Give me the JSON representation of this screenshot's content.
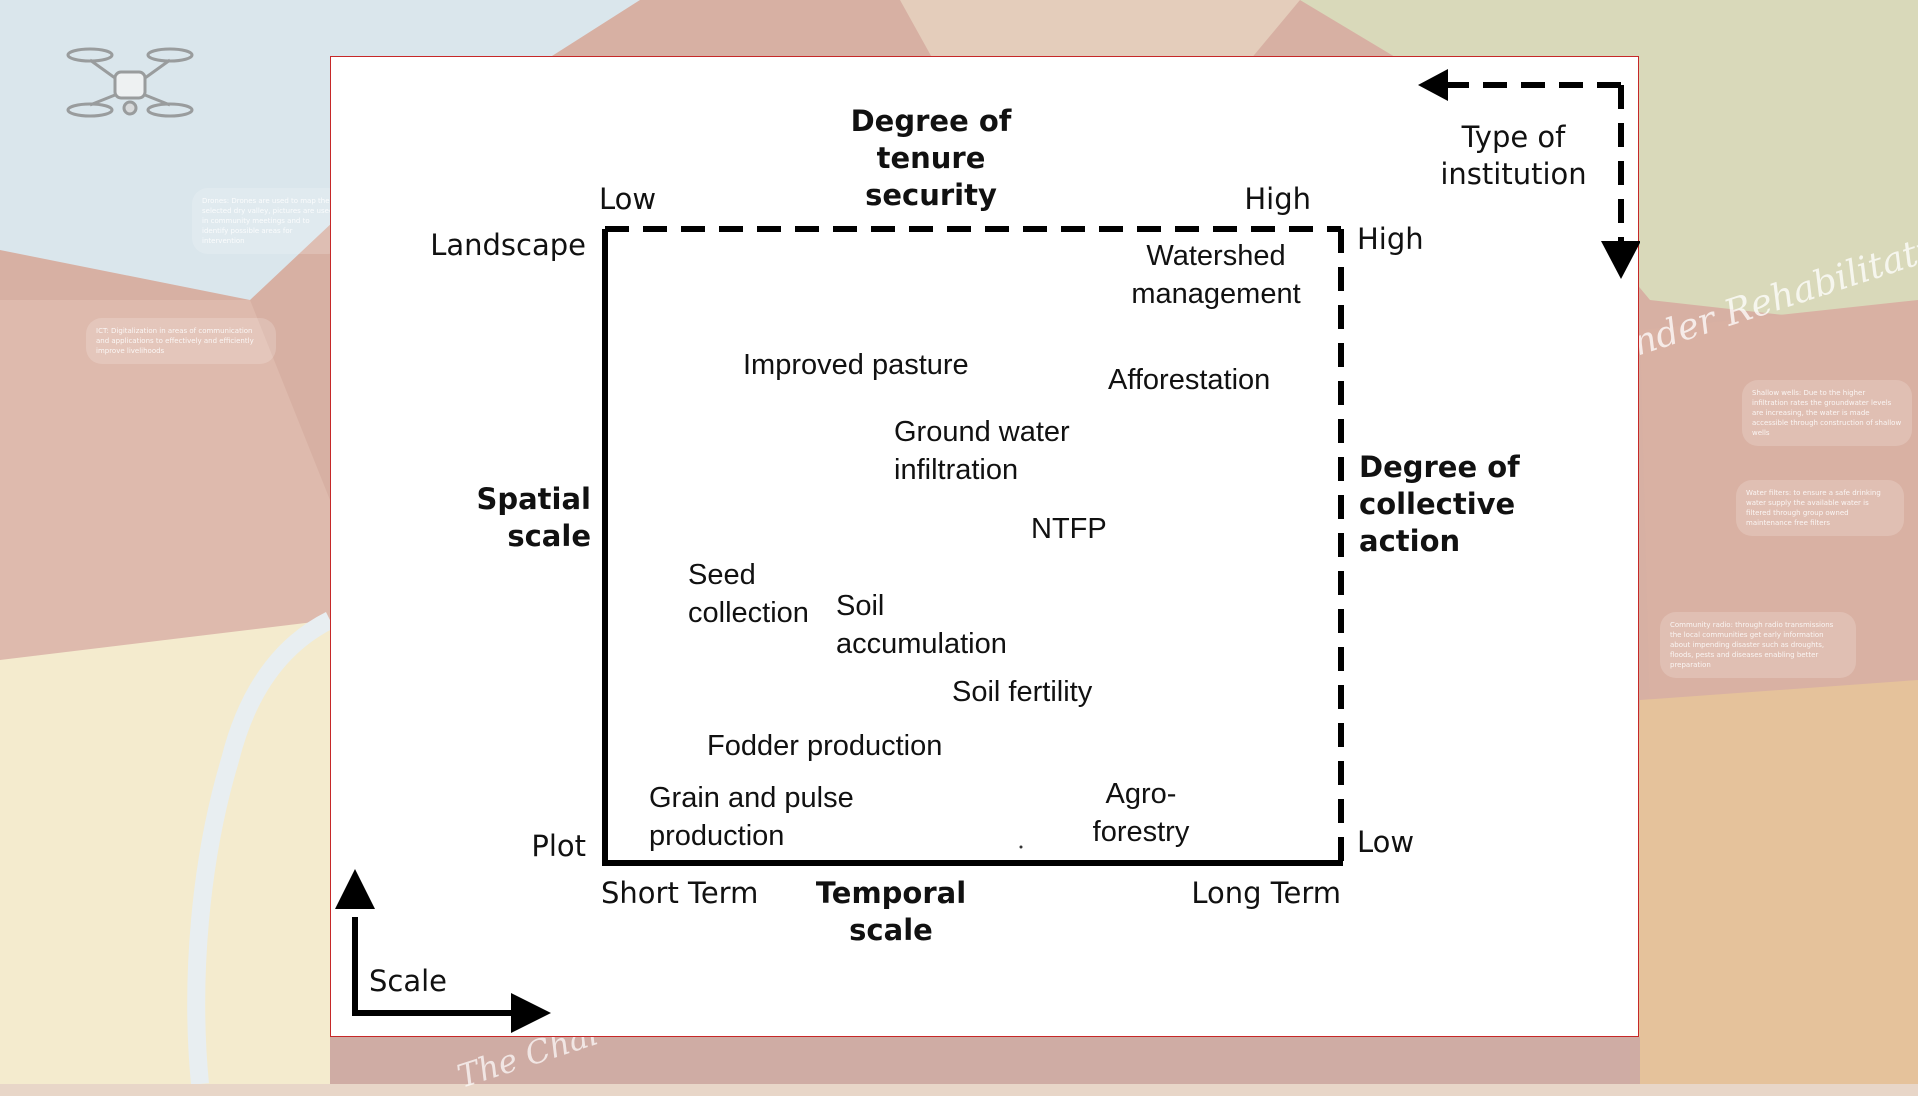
{
  "colors": {
    "panel_border": "#c62828",
    "background_sky": "#c9dbe4",
    "background_earth": "#c58b78",
    "background_sand": "#efe2b7",
    "arrows": "#000000"
  },
  "background": {
    "title_fragment": "ander Rehabilitation",
    "caption_fragment": "The Chal",
    "notes": [
      "Drones: Drones are used to map the selected dry valley, pictures are used in community meetings and to identify possible areas for intervention",
      "ICT: Digitalization in areas of communication and applications to effectively and efficiently improve livelihoods",
      "Shallow wells: Due to the higher infiltration rates the groundwater levels are increasing, the water is made accessible through construction of shallow wells",
      "Water filters: to ensure a safe drinking water supply the available water is filtered through group owned maintenance free filters",
      "Community radio: through radio transmissions the local communities get early information about impending disaster such as droughts, floods, pests and diseases enabling better preparation"
    ],
    "icons": [
      "drone-icon"
    ]
  },
  "diagram": {
    "top_axis": {
      "title": "Degree of\ntenure\nsecurity",
      "low_label": "Low",
      "high_label": "High"
    },
    "bottom_axis": {
      "title": "Temporal\nscale",
      "left_label": "Short Term",
      "right_label": "Long Term"
    },
    "left_axis": {
      "title": "Spatial\nscale",
      "top_label": "Landscape",
      "bottom_label": "Plot"
    },
    "right_axis": {
      "title": "Degree of\ncollective\naction",
      "high_label": "High",
      "low_label": "Low"
    },
    "legend": {
      "institution_label": "Type of\ninstitution",
      "scale_label": "Scale"
    },
    "items": [
      {
        "key": "watershed",
        "label": "Watershed\nmanagement"
      },
      {
        "key": "pasture",
        "label": "Improved pasture"
      },
      {
        "key": "afforestation",
        "label": "Afforestation"
      },
      {
        "key": "groundwater",
        "label": "Ground water\ninfiltration"
      },
      {
        "key": "ntfp",
        "label": "NTFP"
      },
      {
        "key": "seed",
        "label": "Seed\ncollection"
      },
      {
        "key": "soil_acc",
        "label": "Soil\naccumulation"
      },
      {
        "key": "soil_fert",
        "label": "Soil fertility"
      },
      {
        "key": "fodder",
        "label": "Fodder production"
      },
      {
        "key": "grain",
        "label": "Grain and pulse\nproduction"
      },
      {
        "key": "agro",
        "label": "Agro-\nforestry"
      }
    ]
  }
}
